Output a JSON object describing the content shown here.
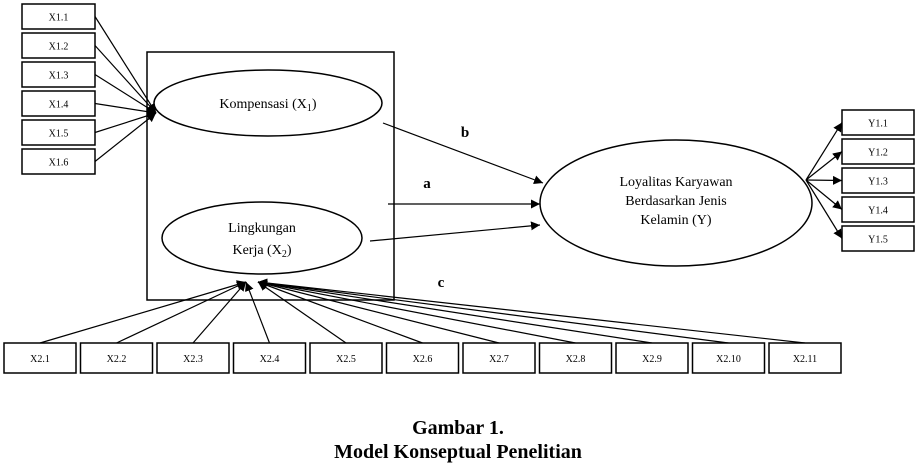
{
  "x1_indicators": [
    "X1.1",
    "X1.2",
    "X1.3",
    "X1.4",
    "X1.5",
    "X1.6"
  ],
  "x2_indicators": [
    "X2.1",
    "X2.2",
    "X2.3",
    "X2.4",
    "X2.5",
    "X2.6",
    "X2.7",
    "X2.8",
    "X2.9",
    "X2.10",
    "X2.11"
  ],
  "y1_indicators": [
    "Y1.1",
    "Y1.2",
    "Y1.3",
    "Y1.4",
    "Y1.5"
  ],
  "constructs": {
    "x1": {
      "name": "Kompensasi (X",
      "sub": "1",
      "close": ")"
    },
    "x2": {
      "line1": "Lingkungan",
      "line2_pre": "Kerja (X",
      "line2_sub": "2",
      "line2_post": ")"
    },
    "y": {
      "line1": "Loyalitas Karyawan",
      "line2": "Berdasarkan Jenis",
      "line3": "Kelamin (Y)"
    }
  },
  "paths": {
    "a": "a",
    "b": "b",
    "c": "c"
  },
  "caption": {
    "line1": "Gambar 1.",
    "line2": "Model Konseptual Penelitian"
  }
}
